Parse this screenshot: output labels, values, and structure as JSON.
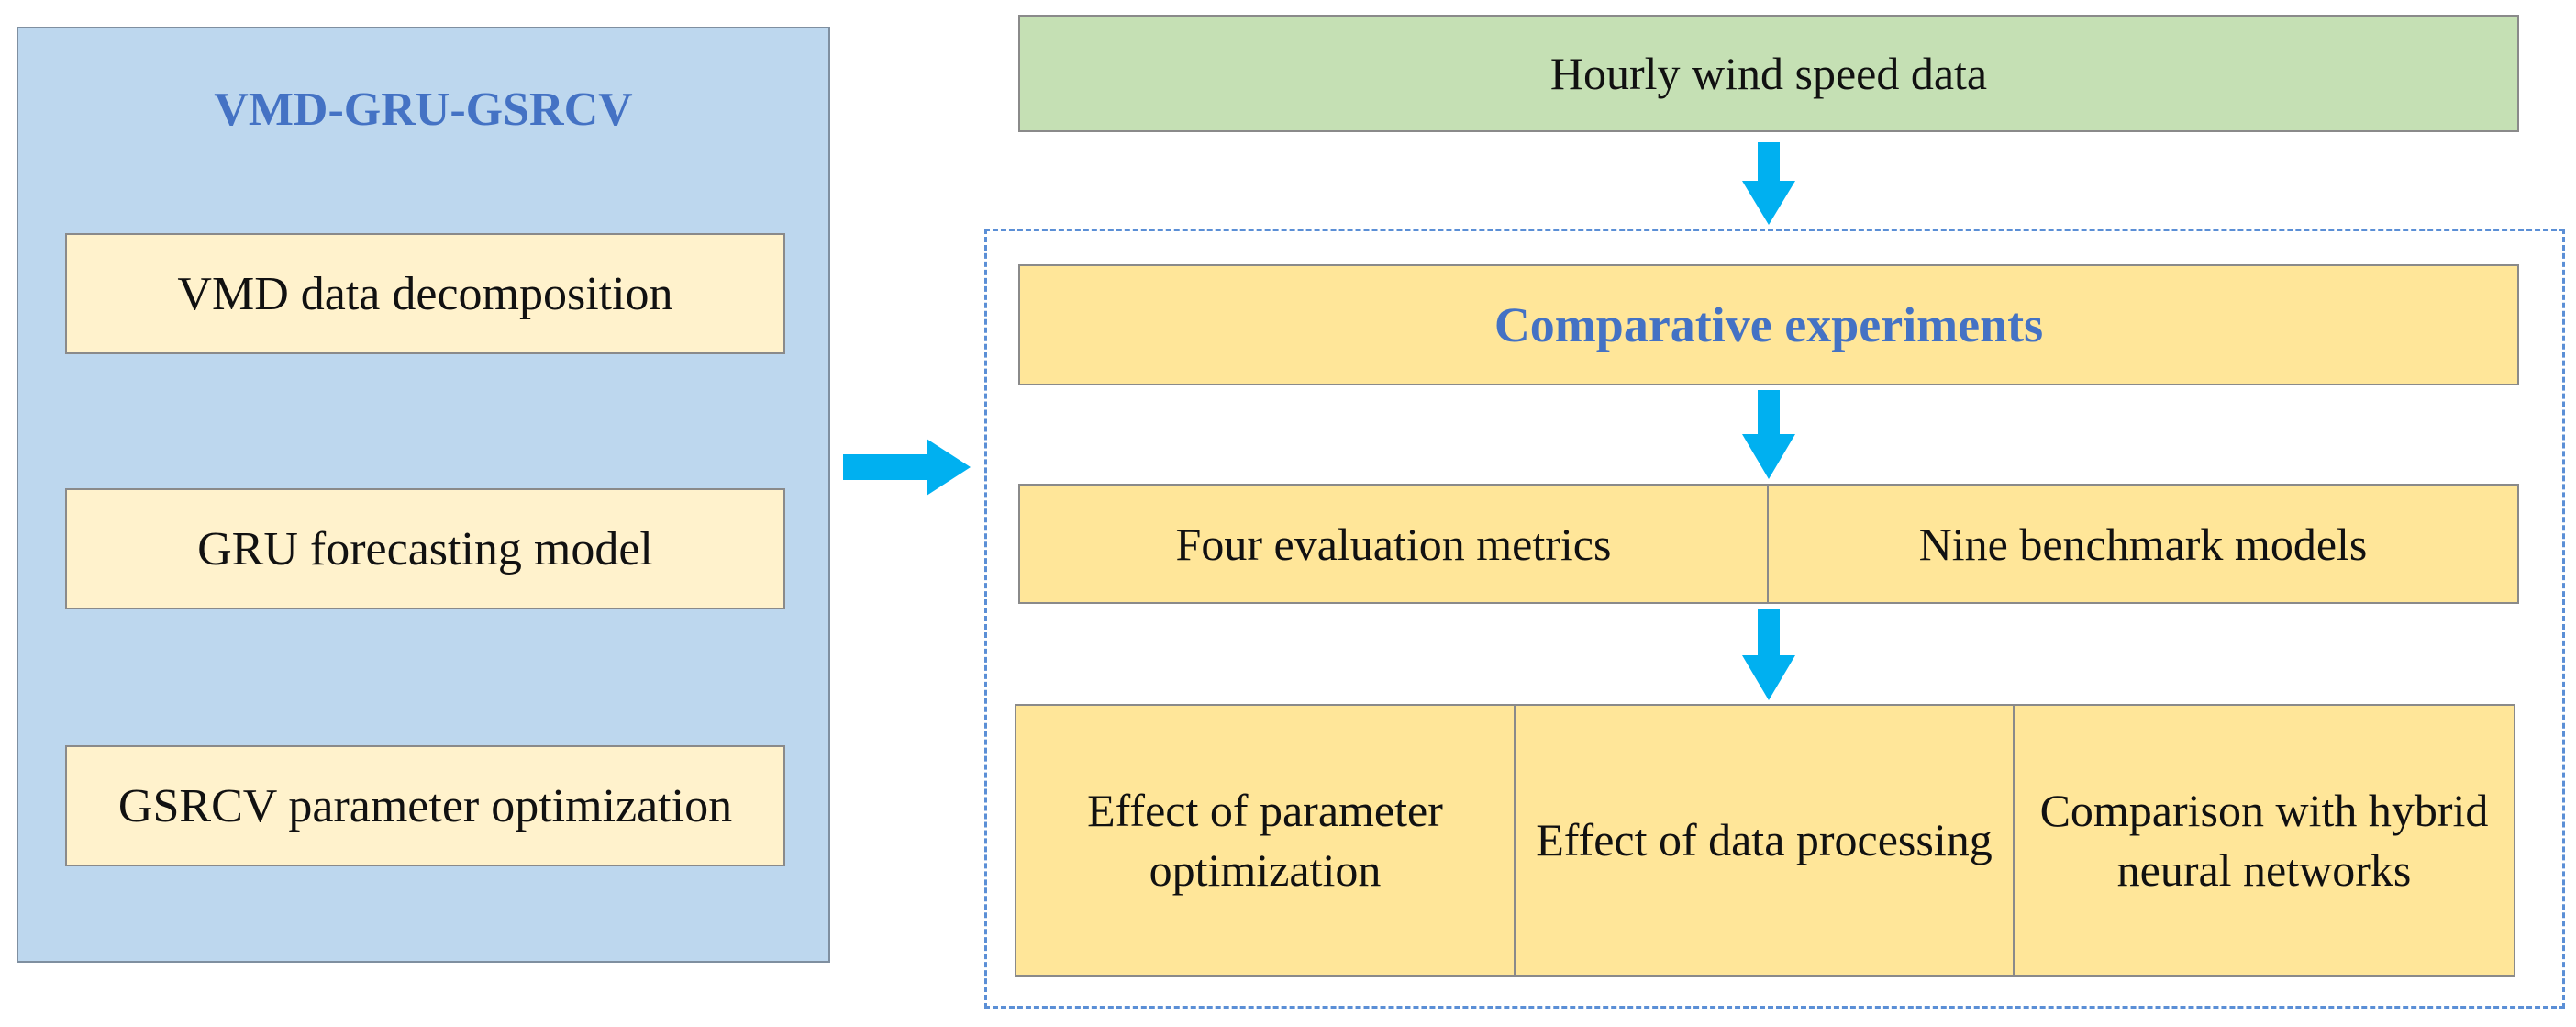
{
  "left_panel": {
    "title": "VMD-GRU-GSRCV",
    "items": [
      {
        "label": "VMD data decomposition"
      },
      {
        "label": "GRU forecasting model"
      },
      {
        "label": "GSRCV parameter optimization"
      }
    ]
  },
  "source": {
    "label": "Hourly wind speed data"
  },
  "experiments": {
    "title": "Comparative  experiments",
    "methods": [
      {
        "label": "Four evaluation metrics"
      },
      {
        "label": "Nine benchmark models"
      }
    ],
    "studies": [
      {
        "label": "Effect of parameter optimization"
      },
      {
        "label": "Effect of data processing"
      },
      {
        "label": "Comparison with hybrid neural networks"
      }
    ]
  },
  "colors": {
    "panel_blue": "#bdd7ee",
    "title_blue": "#4472c4",
    "cream": "#fff2cc",
    "green": "#c5e0b4",
    "yellow": "#ffe699",
    "arrow": "#00b0f0",
    "dashed_border": "#5b8fd6"
  }
}
